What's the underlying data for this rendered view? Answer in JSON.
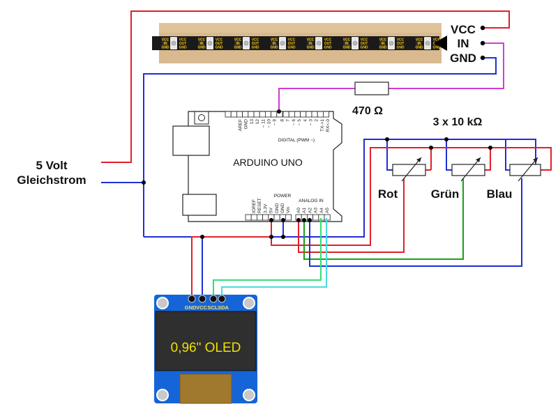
{
  "power_supply": {
    "line1": "5 Volt",
    "line2": "Gleichstrom"
  },
  "led_strip": {
    "pins": [
      "VCC",
      "IN",
      "GND"
    ],
    "chip_labels": [
      "VCC",
      "IN",
      "GND",
      "VCC",
      "OUT",
      "GND"
    ]
  },
  "resistor": {
    "label": "470 Ω"
  },
  "potentiometers": {
    "title": "3 x 10 kΩ",
    "labels": [
      "Rot",
      "Grün",
      "Blau"
    ]
  },
  "arduino": {
    "title": "ARDUINO  UNO",
    "digital_label": "DIGITAL  (PWM ~)",
    "digital_pins": [
      "AREF",
      "GND",
      "13",
      "12",
      "~ 11",
      "~ 10",
      "~ 9",
      "8",
      "7",
      "~ 6",
      "~ 5",
      "4",
      "~ 3",
      "2",
      "TX->1",
      "RX<-0"
    ],
    "power_label": "POWER",
    "power_pins": [
      "IOREF",
      "RESET",
      "3.3V",
      "5V",
      "GND",
      "GND",
      "Vin"
    ],
    "analog_label": "ANALOG IN",
    "analog_pins": [
      "A0",
      "A1",
      "A2",
      "A3",
      "A4",
      "A5"
    ]
  },
  "oled": {
    "pins": [
      "GND",
      "VCC",
      "SCL",
      "SDA"
    ],
    "label": "0,96\" OLED"
  },
  "colors": {
    "vcc_wire": "#e0202a",
    "gnd_wire": "#1f2fd6",
    "data_wire": "#d23ad6",
    "pot_green": "#1a9e1a",
    "scl_wire": "#33dd77",
    "sda_wire": "#44dddd",
    "oled_board": "#1565d8",
    "oled_screen": "#2f2f2f",
    "oled_text": "#f0e000"
  }
}
